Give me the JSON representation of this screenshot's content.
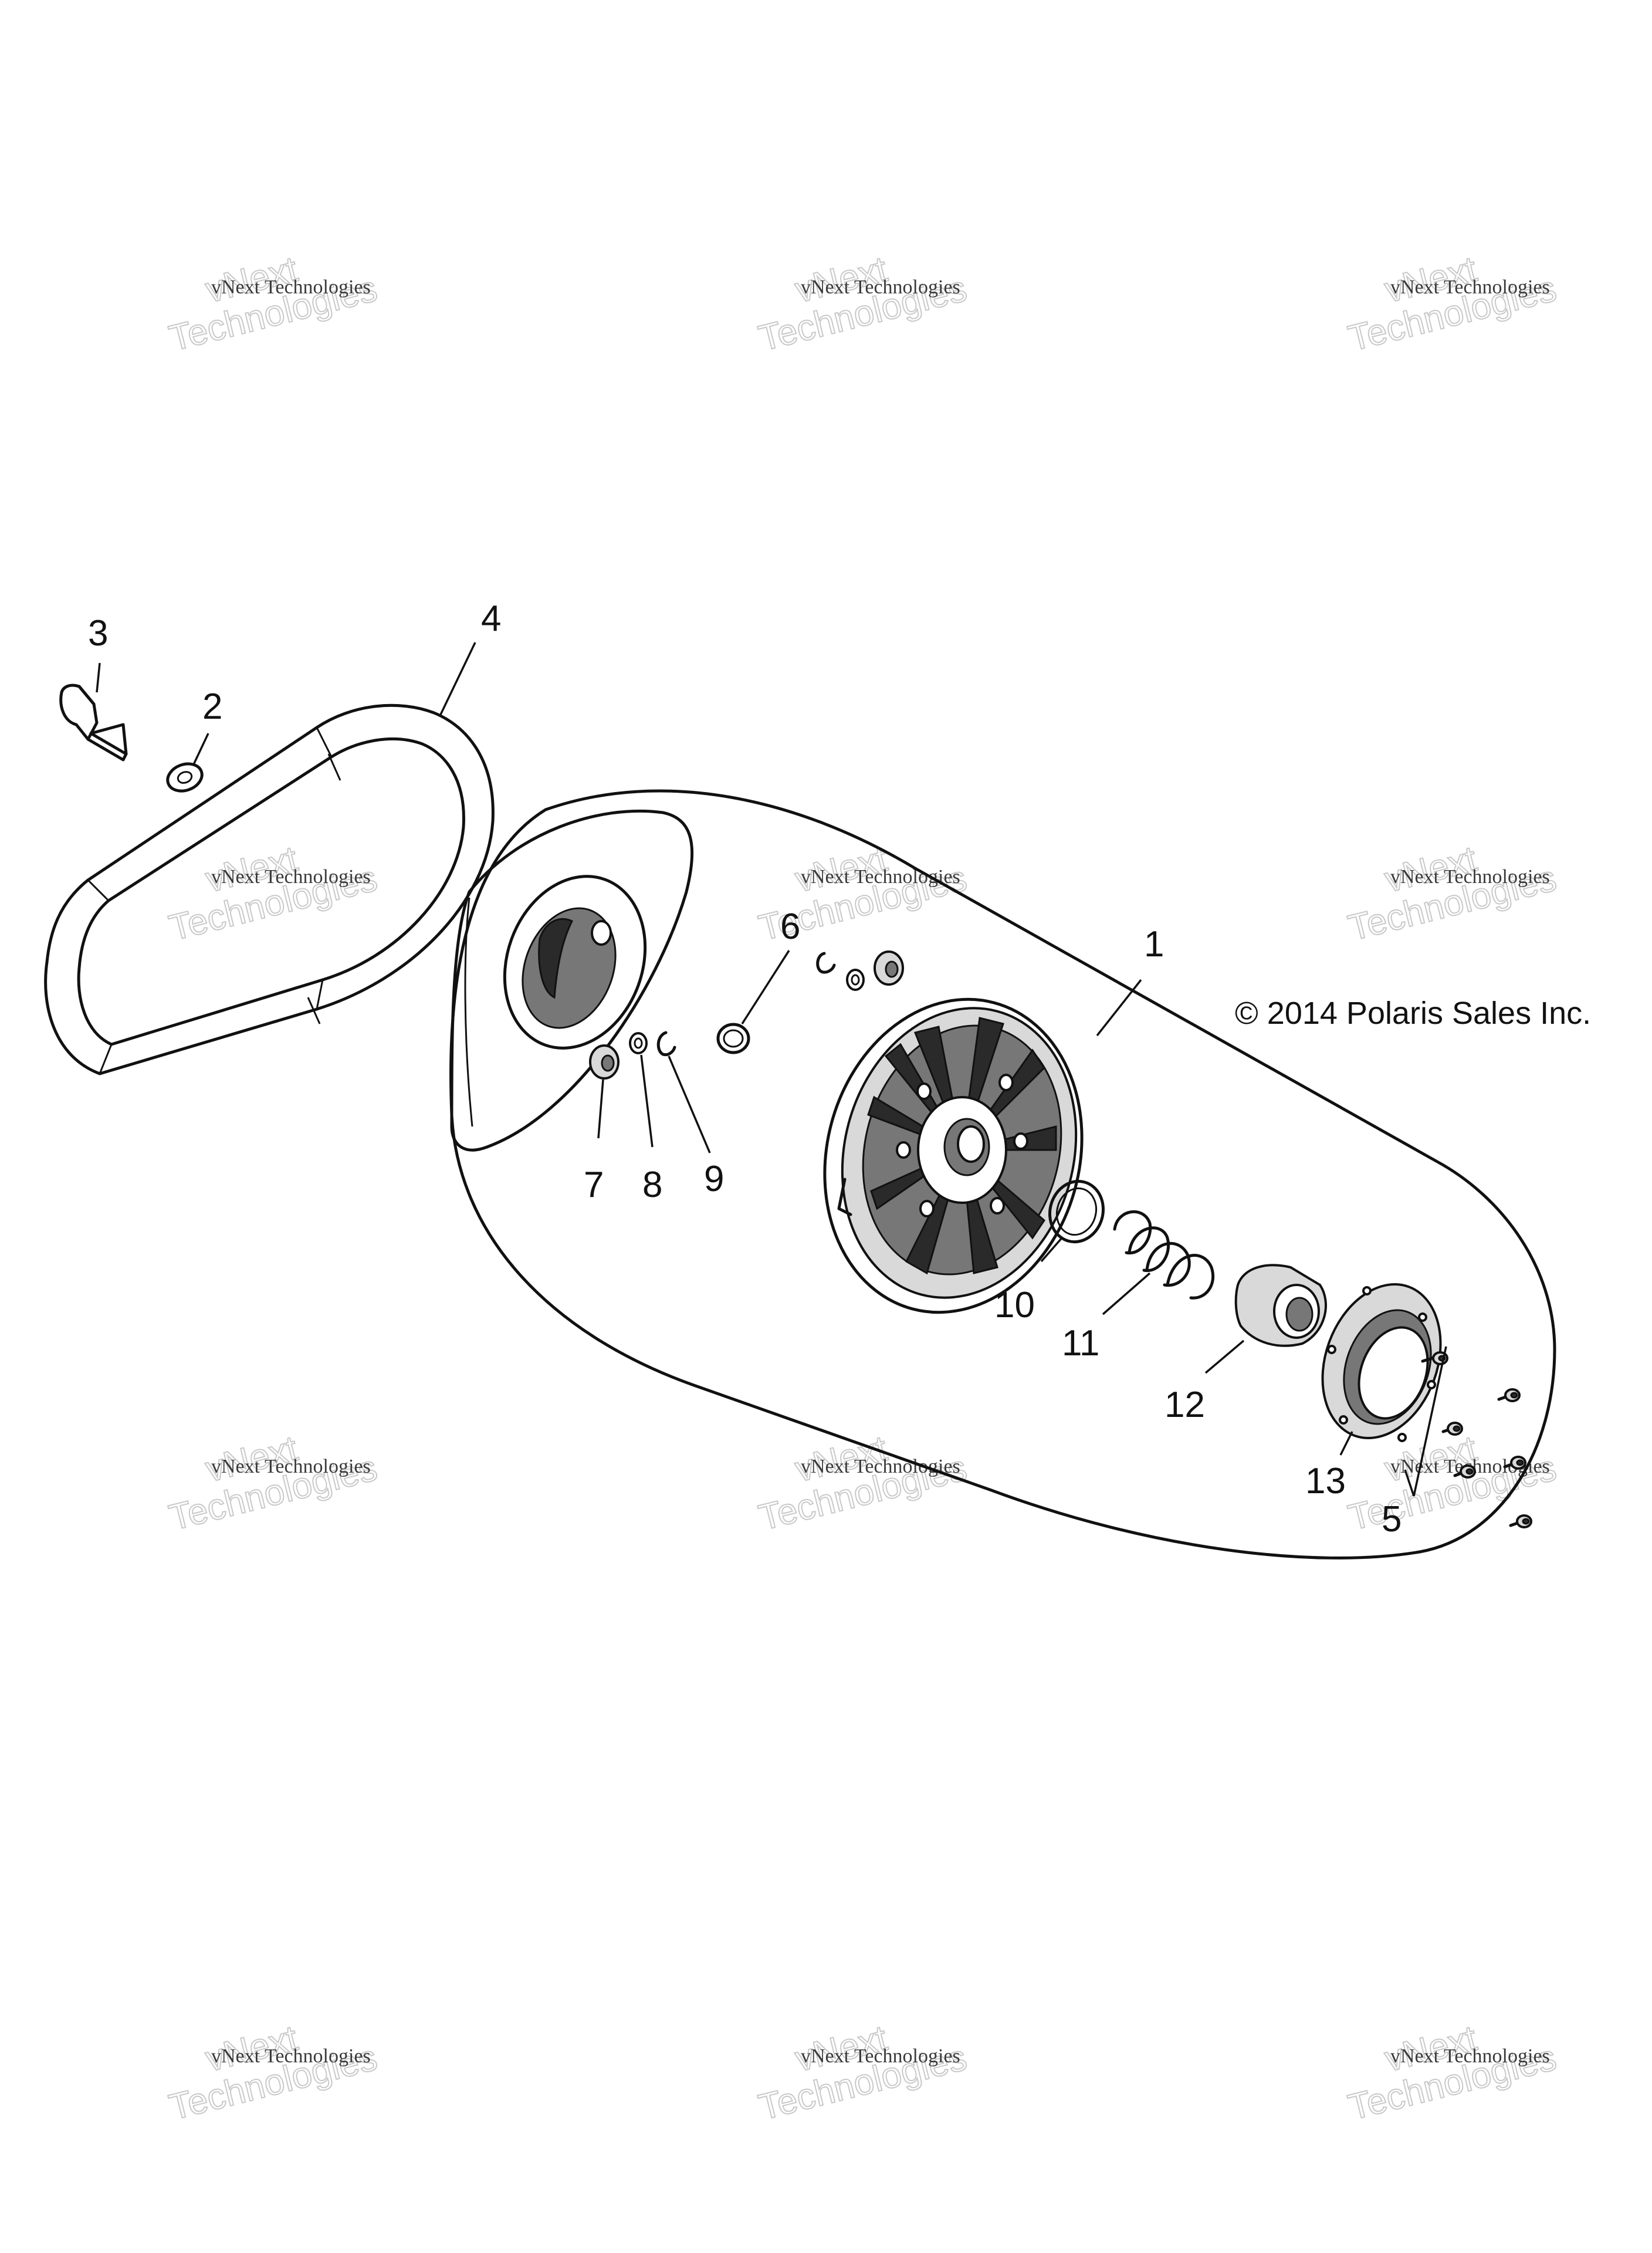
{
  "diagram": {
    "callouts": [
      "1",
      "2",
      "3",
      "4",
      "5",
      "6",
      "7",
      "8",
      "9",
      "10",
      "11",
      "12",
      "13"
    ],
    "copyright": "© 2014 Polaris Sales Inc."
  },
  "watermark": {
    "line1": "vNext Technologies",
    "line2": "vNext",
    "line3": "Technologies"
  }
}
